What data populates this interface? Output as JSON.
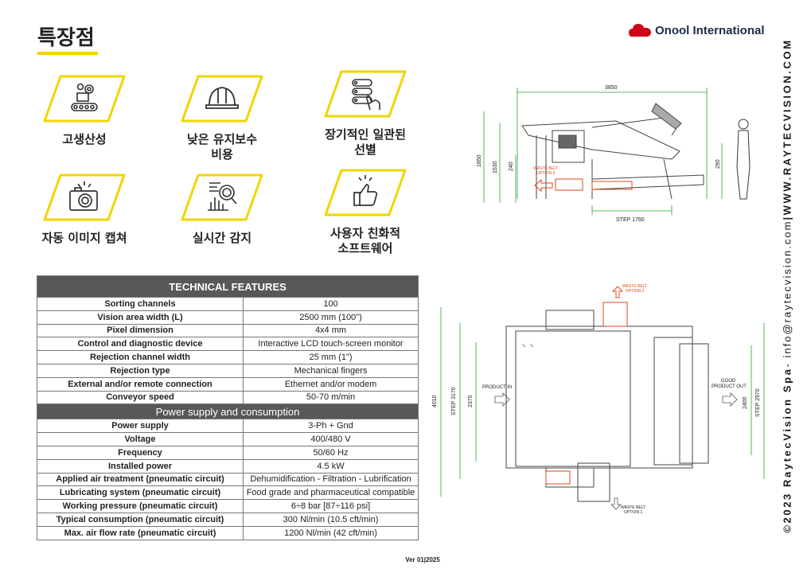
{
  "page": {
    "title": "특장점",
    "version": "Ver 01|2025"
  },
  "brand": {
    "name": "Onool International",
    "accent": "#f2d400",
    "logo_color": "#d0021b"
  },
  "side": {
    "copyright": "©2023 RaytecVision Spa",
    "email": "- info@raytecvision.com",
    "website": "|WWW.RAYTECVISION.COM"
  },
  "features": [
    {
      "icon": "production-line-icon",
      "label_line1": "고생산성",
      "label_line2": ""
    },
    {
      "icon": "safety-helmet-icon",
      "label_line1": "낮은 유지보수",
      "label_line2": "비용"
    },
    {
      "icon": "touch-menu-icon",
      "label_line1": "장기적인 일관된",
      "label_line2": "선별"
    },
    {
      "icon": "camera-icon",
      "label_line1": "자동 이미지 캡쳐",
      "label_line2": ""
    },
    {
      "icon": "monitoring-icon",
      "label_line1": "실시간 감지",
      "label_line2": ""
    },
    {
      "icon": "thumbs-up-icon",
      "label_line1": "사용자 친화적",
      "label_line2": "소프트웨어"
    }
  ],
  "table": {
    "header": "TECHNICAL FEATURES",
    "rows_a": [
      [
        "Sorting channels",
        "100"
      ],
      [
        "Vision area width (L)",
        "2500 mm (100\")"
      ],
      [
        "Pixel dimension",
        "4x4 mm"
      ],
      [
        "Control and diagnostic device",
        "Interactive LCD touch-screen monitor"
      ],
      [
        "Rejection channel width",
        "25 mm (1\")"
      ],
      [
        "Rejection type",
        "Mechanical fingers"
      ],
      [
        "External and/or remote connection",
        "Ethernet and/or modem"
      ],
      [
        "Conveyor speed",
        "50-70 m/min"
      ]
    ],
    "subheader": "Power supply and consumption",
    "rows_b": [
      [
        "Power supply",
        "3-Ph + Gnd"
      ],
      [
        "Voltage",
        "400/480 V"
      ],
      [
        "Frequency",
        "50/60 Hz"
      ],
      [
        "Installed power",
        "4.5 kW"
      ],
      [
        "Applied air treatment (pneumatic circuit)",
        "Dehumidification - Filtration - Lubrification"
      ],
      [
        "Lubricating system (pneumatic circuit)",
        "Food grade and pharmaceutical compatible"
      ],
      [
        "Working pressure (pneumatic circuit)",
        "6÷8 bar [87÷116 psi]"
      ],
      [
        "Typical consumption (pneumatic circuit)",
        "300 Nl/min (10.5 cft/min)"
      ],
      [
        "Max. air flow rate (pneumatic circuit)",
        "1200 Nl/min (42 cft/min)"
      ]
    ]
  },
  "side_view": {
    "width": "3850",
    "h1": "1850",
    "h2": "1530",
    "h3": "240",
    "h4": "290",
    "step": "STEP 1760",
    "waste": "WASTE BELT",
    "waste_opt": "OPTION 3"
  },
  "top_view": {
    "w1": "4010",
    "w2": "STEP 3170",
    "w3": "2370",
    "w4": "2400",
    "w5": "STEP 2970",
    "product_in": "PRODUCT IN",
    "good": "GOOD",
    "product_out": "PRODUCT OUT",
    "waste_top": "WASTE BELT",
    "waste_top_opt": "OPTION 2",
    "waste_bottom": "WASTE BELT",
    "waste_bottom_opt": "OPTION 1"
  }
}
